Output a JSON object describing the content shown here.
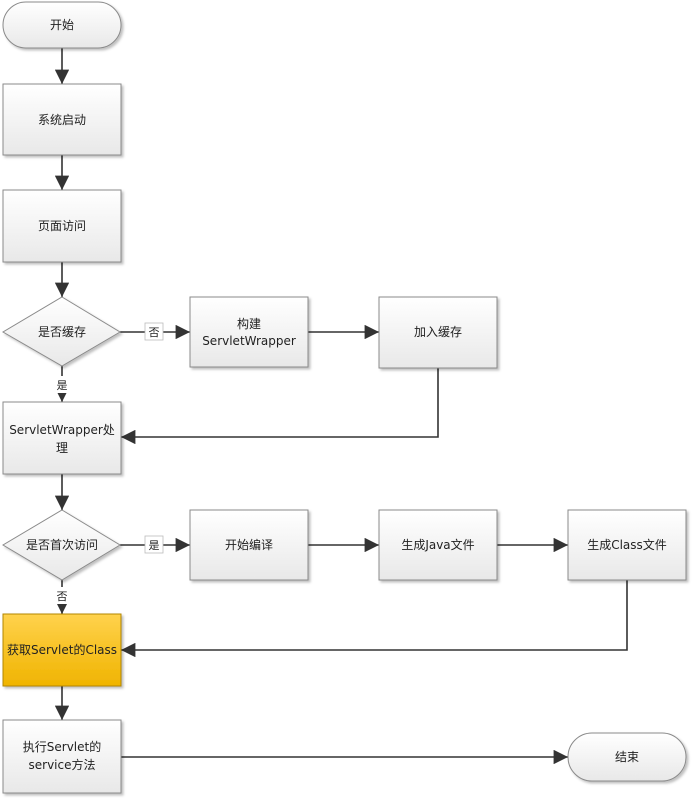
{
  "nodes": {
    "start": "开始",
    "system_boot": "系统启动",
    "page_visit": "页面访问",
    "is_cached": "是否缓存",
    "build_wrapper": [
      "构建",
      "ServletWrapper"
    ],
    "add_cache": "加入缓存",
    "wrapper_process": [
      "ServletWrapper处",
      "理"
    ],
    "is_first_visit": "是否首次访问",
    "start_compile": "开始编译",
    "gen_java": "生成Java文件",
    "gen_class": "生成Class文件",
    "get_class": "获取Servlet的Class",
    "exec_service": [
      "执行Servlet的",
      "service方法"
    ],
    "end": "结束"
  },
  "edge_labels": {
    "cached_no": "否",
    "cached_yes": "是",
    "first_yes": "是",
    "first_no": "否"
  },
  "colors": {
    "box_fill_top": "#ffffff",
    "box_fill_bottom": "#ececec",
    "box_stroke": "#8a8a8a",
    "highlight_top": "#ffd24d",
    "highlight_bottom": "#f0b400",
    "highlight_stroke": "#b38600",
    "arrow": "#333333"
  }
}
